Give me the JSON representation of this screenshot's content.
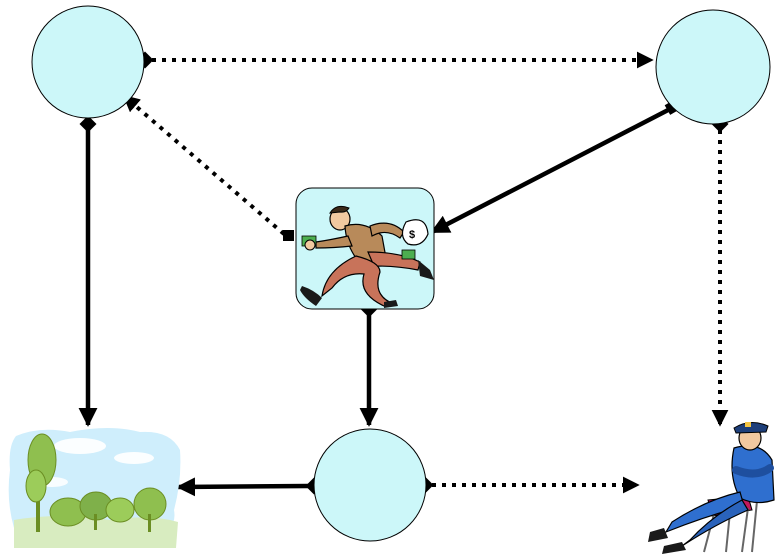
{
  "diagram": {
    "nodes": [
      {
        "id": "top-left",
        "kind": "circle",
        "fill": "#ccf7f9"
      },
      {
        "id": "top-right",
        "kind": "circle",
        "fill": "#ccf7f9"
      },
      {
        "id": "bottom-middle",
        "kind": "circle",
        "fill": "#ccf7f9"
      },
      {
        "id": "robber",
        "kind": "clipart-box",
        "icon": "running-thief-with-money-bag-icon",
        "fill": "#ccf7f9"
      },
      {
        "id": "park",
        "kind": "clipart",
        "icon": "park-trees-icon"
      },
      {
        "id": "police",
        "kind": "clipart",
        "icon": "police-officer-sitting-icon"
      }
    ],
    "edges": [
      {
        "from": "top-left",
        "to": "top-right",
        "style": "dotted"
      },
      {
        "from": "robber",
        "to": "top-left",
        "style": "dotted"
      },
      {
        "from": "top-right",
        "to": "robber",
        "style": "solid"
      },
      {
        "from": "top-left",
        "to": "park",
        "style": "solid"
      },
      {
        "from": "top-right",
        "to": "police",
        "style": "dotted"
      },
      {
        "from": "robber",
        "to": "bottom-middle",
        "style": "solid"
      },
      {
        "from": "bottom-middle",
        "to": "park",
        "style": "solid"
      },
      {
        "from": "bottom-middle",
        "to": "police",
        "style": "dotted"
      }
    ],
    "colors": {
      "node_fill": "#ccf7f9",
      "stroke": "#000000",
      "sky": "#cfeefc",
      "foliage": "#8fbf4f",
      "uniform": "#2f6fcf",
      "trousers": "#c8735a",
      "jacket": "#b88a5a"
    }
  }
}
